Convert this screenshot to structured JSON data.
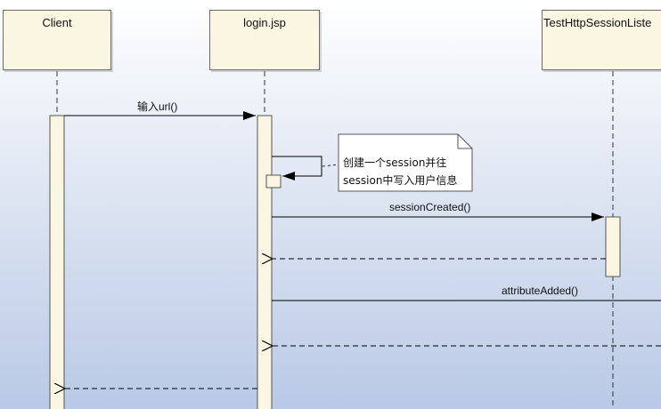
{
  "lifelines": {
    "client": "Client",
    "login": "login.jsp",
    "listener": "TestHttpSessionListe"
  },
  "messages": {
    "input_url": "输入url()",
    "session_created": "sessionCreated()",
    "attribute_added": "attributeAdded()"
  },
  "note": {
    "line1": "创建一个session并往",
    "line2": "session中写入用户信息"
  },
  "colors": {
    "box_fill": "#fbf6e1",
    "box_border": "#6b6b6b",
    "line": "#000000",
    "background_bottom": "#b9c9e6"
  }
}
